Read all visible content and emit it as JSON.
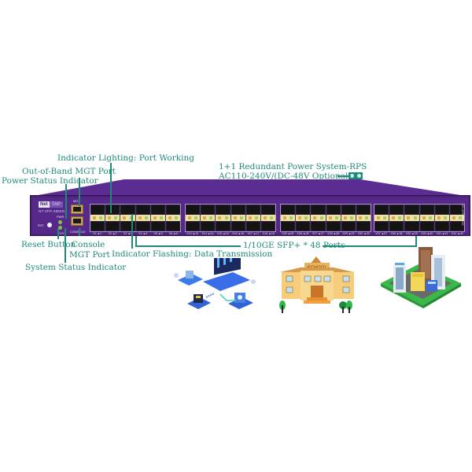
{
  "product": {
    "brand_left": "Net",
    "brand_right": "TAP",
    "model": "NT-VFP-4860G",
    "side_model": "NT-VFP-4860G"
  },
  "device_panel": {
    "labels": {
      "mgt": "MGT",
      "console": "CONSOLE",
      "pwr": "PWR",
      "sys": "SYS",
      "rst": "RST"
    },
    "port_banks": [
      {
        "ports": 12,
        "numbers": [
          "X1 ▲1",
          "X2 ▲2",
          "X3 ▲3",
          "X4 ▲4",
          "X5 ▲5",
          "X6 ▲6"
        ]
      },
      {
        "ports": 12,
        "numbers": [
          "X13 ▲13",
          "X14 ▲14",
          "X15 ▲15",
          "X16 ▲16",
          "X17 ▲17",
          "X18 ▲18"
        ]
      },
      {
        "ports": 12,
        "numbers": [
          "X25 ▲25",
          "X26 ▲26",
          "X27 ▲27",
          "X28 ▲28",
          "X29 ▲29",
          "X30 ▲30"
        ]
      },
      {
        "ports": 12,
        "numbers": [
          "X37 ▲37",
          "X38 ▲38",
          "X39 ▲39",
          "X40 ▲40",
          "X41 ▲41",
          "X42 ▲42"
        ]
      }
    ]
  },
  "callouts": {
    "indicator_lighting": "Indicator Lighting: Port Working",
    "out_of_band": "Out-of-Band MGT Port",
    "power_status": "Power Status Indicator",
    "redundant_power_line1": "1+1 Redundant Power System-RPS",
    "redundant_power_line2": "AC110-240V/(DC-48V Optional)",
    "reset_button": "Reset Button",
    "console_line1": "Console",
    "console_line2": "MGT Port",
    "system_status": "System Status Indicator",
    "indicator_flashing": "Indicator Flashing: Data Transmission",
    "sfp_ports": "1/10GE SFP+ * 48 Ports"
  },
  "illustrations": {
    "data_center": "data-center-illustration",
    "school": "school-illustration",
    "school_sign": "SCHOOL",
    "city": "city-buildings-illustration"
  },
  "colors": {
    "accent": "#1f8a78",
    "device_purple": "#4a2278",
    "device_top": "#5b2d93"
  }
}
